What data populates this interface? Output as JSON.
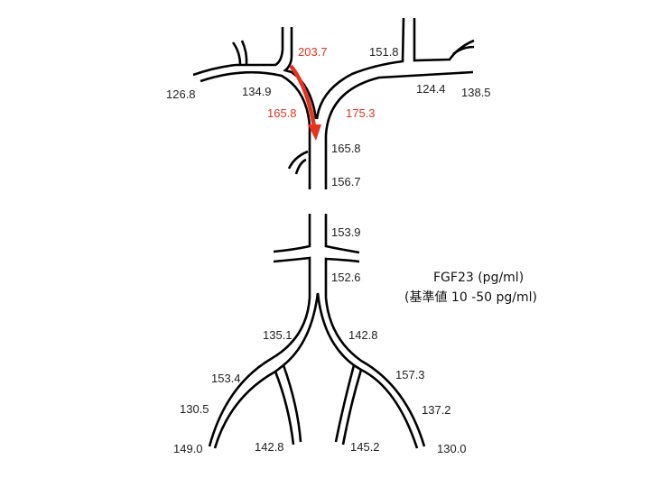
{
  "legend": {
    "title": "FGF23 (pg/ml)",
    "reference": "(基準値 10 -50 pg/ml)"
  },
  "colors": {
    "highlight": "#e8321e",
    "vessel": "#000000",
    "label": "#222222"
  },
  "upper": {
    "top_center_branch": "203.7",
    "right_top_branch": "151.8",
    "left_far": "126.8",
    "left_near": "134.9",
    "right_near": "124.4",
    "right_far": "138.5",
    "left_confluence": "165.8",
    "right_confluence": "175.3",
    "trunk_upper": "165.8",
    "trunk_lower": "156.7"
  },
  "lower": {
    "trunk_upper": "153.9",
    "trunk_lower": "152.6",
    "left_common": "135.1",
    "right_common": "142.8",
    "left_external_upper": "153.4",
    "right_external_upper": "157.3",
    "left_external_mid": "130.5",
    "right_external_mid": "137.2",
    "left_external_distal": "149.0",
    "left_internal": "142.8",
    "right_internal": "145.2",
    "right_external_distal": "130.0"
  },
  "arrow": {
    "icon": "flow-arrow-icon",
    "direction": "down"
  }
}
